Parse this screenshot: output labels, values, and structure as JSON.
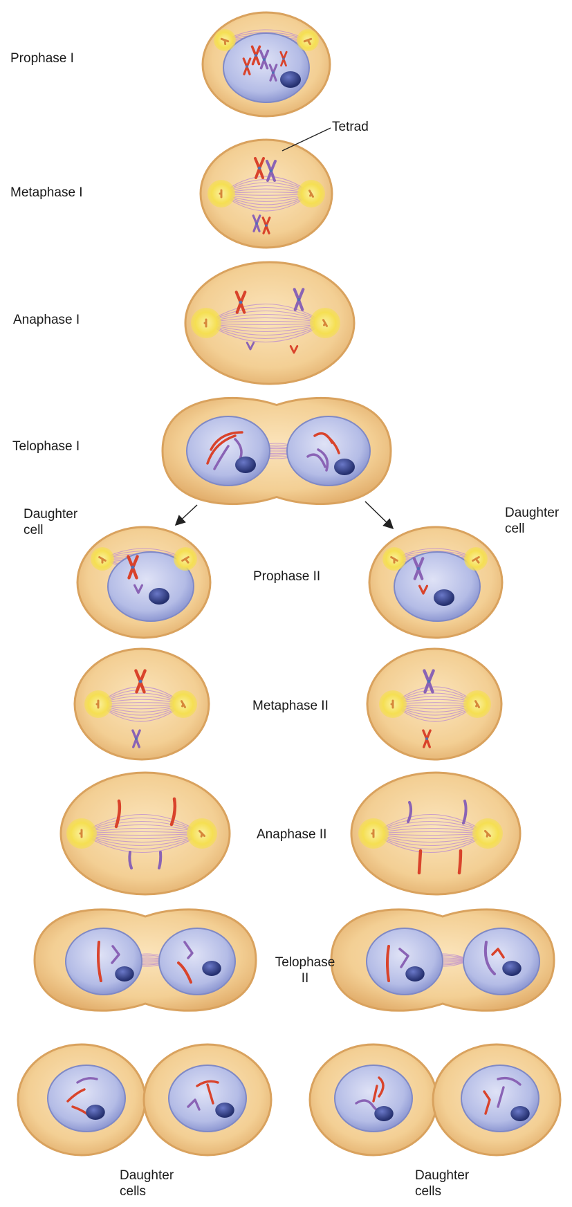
{
  "stages": {
    "prophase_1": "Prophase I",
    "metaphase_1": "Metaphase I",
    "anaphase_1": "Anaphase I",
    "telophase_1": "Telophase I",
    "prophase_2": "Prophase II",
    "metaphase_2": "Metaphase II",
    "anaphase_2": "Anaphase II",
    "telophase_2_line1": "Telophase",
    "telophase_2_line2": "II"
  },
  "callouts": {
    "tetrad": "Tetrad"
  },
  "daughter_cell": {
    "left_line1": "Daughter",
    "left_line2": "cell",
    "right_line1": "Daughter",
    "right_line2": "cell"
  },
  "daughter_cells": {
    "left_line1": "Daughter",
    "left_line2": "cells",
    "right_line1": "Daughter",
    "right_line2": "cells"
  },
  "colors": {
    "cytoplasm": "#f3cf94",
    "membrane": "#d9a25e",
    "nucleus": "#b4bce6",
    "nucleolus": "#2f3d8c",
    "spindle": "#b98ad0",
    "centrosome": "#f5df52",
    "chromosome_maternal": "#d9432b",
    "chromosome_paternal": "#8a63b5"
  }
}
